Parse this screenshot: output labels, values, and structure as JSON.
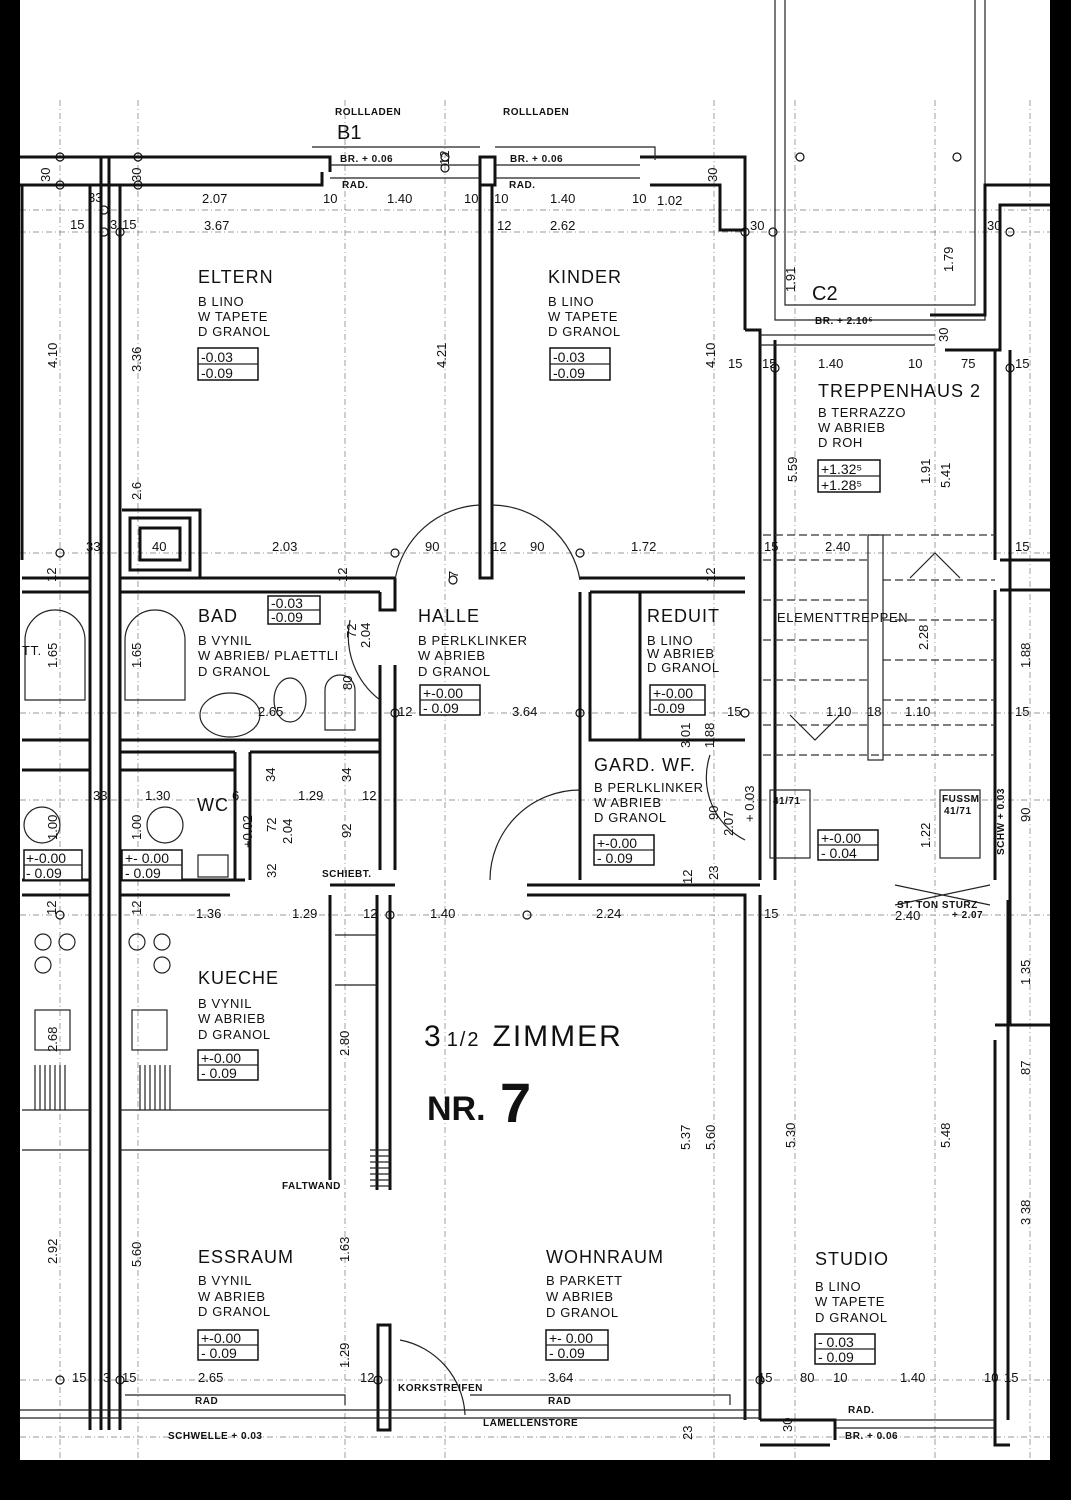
{
  "plan": {
    "title_number": "3",
    "title_fraction": "1/2",
    "title_word": "ZIMMER",
    "apartment_prefix": "NR.",
    "apartment_number": "7"
  },
  "rooms": [
    {
      "name": "ELTERN",
      "finishes": [
        "B  LINO",
        "W  TAPETE",
        "D  GRANOL"
      ],
      "levels": [
        "-0.03",
        "-0.09"
      ]
    },
    {
      "name": "KINDER",
      "finishes": [
        "B  LINO",
        "W  TAPETE",
        "D  GRANOL"
      ],
      "levels": [
        "-0.03",
        "-0.09"
      ]
    },
    {
      "name": "TREPPENHAUS 2",
      "finishes": [
        "B  TERRAZZO",
        "W  ABRIEB",
        "D  ROH"
      ],
      "levels": [
        "+1.32⁵",
        "+1.28⁵"
      ]
    },
    {
      "name": "BAD",
      "finishes": [
        "B  VYNIL",
        "W  ABRIEB/ PLAETTLI",
        "D  GRANOL"
      ],
      "levels": [
        "-0.03",
        "-0.09"
      ]
    },
    {
      "name": "HALLE",
      "finishes": [
        "B  PERLKLINKER",
        "W ABRIEB",
        "D GRANOL"
      ],
      "levels": [
        "+-0.00",
        "- 0.09"
      ]
    },
    {
      "name": "REDUIT",
      "finishes": [
        "B  LINO",
        "W  ABRIEB",
        "D  GRANOL"
      ],
      "levels": [
        "+-0.00",
        "-0.09"
      ]
    },
    {
      "name": "GARD. WF.",
      "finishes": [
        "B  PERLKLINKER",
        "W  ABRIEB",
        "D  GRANOL"
      ],
      "levels": [
        "+-0.00",
        "- 0.09"
      ]
    },
    {
      "name": "KUECHE",
      "finishes": [
        "B  VYNIL",
        "W  ABRIEB",
        "D  GRANOL"
      ],
      "levels": [
        "+-0.00",
        "- 0.09"
      ]
    },
    {
      "name": "ESSRAUM",
      "finishes": [
        "B  VYNIL",
        "W  ABRIEB",
        "D  GRANOL"
      ],
      "levels": [
        "+-0.00",
        "- 0.09"
      ]
    },
    {
      "name": "WOHNRAUM",
      "finishes": [
        "B  PARKETT",
        "W  ABRIEB",
        "D  GRANOL"
      ],
      "levels": [
        "+- 0.00",
        "- 0.09"
      ]
    },
    {
      "name": "STUDIO",
      "finishes": [
        "B  LINO",
        "W  TAPETE",
        "D  GRANOL"
      ],
      "levels": [
        "- 0.03",
        "- 0.09"
      ]
    }
  ],
  "wc": {
    "name": "WC",
    "levels": [
      "+- 0.00",
      "- 0.09"
    ]
  },
  "neighbor_wc": {
    "levels": [
      "+-0.00",
      "- 0.09"
    ]
  },
  "neighbor_bad_label": "TT.",
  "stair": {
    "label": "ELEMENTTREPPEN",
    "mat_left": "41/71",
    "mat_right_title": "FUSSM",
    "mat_right": "41/71",
    "levels": [
      "+-0.00",
      "- 0.04"
    ],
    "lintel_title": "ST. TON  STURZ",
    "lintel_value": "+ 2.07",
    "threshold": "SCHW + 0.03"
  },
  "annotations": {
    "rollladen_1": "ROLLLADEN",
    "rollladen_2": "ROLLLADEN",
    "section_b1": "B1",
    "section_c2": "C2",
    "parapet_1": "BR.  + 0.06",
    "parapet_2": "BR.  + 0.06",
    "parapet_c2": "BR.  + 2.10⁵",
    "rad_1": "RAD.",
    "rad_2": "RAD.",
    "schiebt": "SCHIEBT.",
    "faltwand": "FALTWAND",
    "korkstreifen": "KORKSTREIFEN",
    "lamellenstore": "LAMELLENSTORE",
    "schwelle": "SCHWELLE  + 0.03",
    "rad_ess": "RAD",
    "rad_wohn": "RAD",
    "rad_studio": "RAD.",
    "parapet_studio": "BR. + 0.06"
  },
  "dimensions": [
    "30",
    "30",
    "33",
    "15",
    "3",
    "15",
    "2.07",
    "3.67",
    "10",
    "1.40",
    "12",
    "10",
    "10",
    "12",
    "1.40",
    "2.62",
    "10",
    "1.02",
    "30",
    "30",
    "30",
    "1.91",
    "1.79",
    "30",
    "4.10",
    "3.36",
    "4.21",
    "4.10",
    "15",
    "15",
    "1.40",
    "10",
    "75",
    "15",
    "5.59",
    "1.91",
    "5.41",
    "2.6",
    "33",
    "40",
    "2.03",
    "90",
    "12",
    "90",
    "1.72",
    "15",
    "2.40",
    "15",
    "12",
    "12",
    "12",
    "1.65",
    "1.65",
    "72",
    "2.04",
    "80",
    "2.65",
    "12",
    "3.64",
    "15",
    "1.10",
    "18",
    "1.10",
    "15",
    "2.28",
    "1.88",
    "3.01",
    "1.88",
    "34",
    "34",
    "1.30",
    "1.29",
    "12",
    "6",
    "33",
    "1.00",
    "1.00",
    "72",
    "2.04",
    "92",
    "32",
    "90",
    "2.07",
    "1.22",
    "90",
    "23",
    "12",
    "1.36",
    "1.29",
    "12",
    "1.40",
    "2.24",
    "15",
    "2.40",
    "12",
    "12",
    "2.68",
    "2.80",
    "5.37",
    "5.60",
    "5.30",
    "5.48",
    "2.92",
    "5.60",
    "1.63",
    "1.29",
    "15",
    "3",
    "15",
    "2.65",
    "12",
    "3.64",
    "15",
    "80",
    "10",
    "1.40",
    "10",
    "15",
    "23",
    "30",
    "+0.02",
    "+ 0.03",
    "1 35",
    "87",
    "3 38",
    "7"
  ]
}
